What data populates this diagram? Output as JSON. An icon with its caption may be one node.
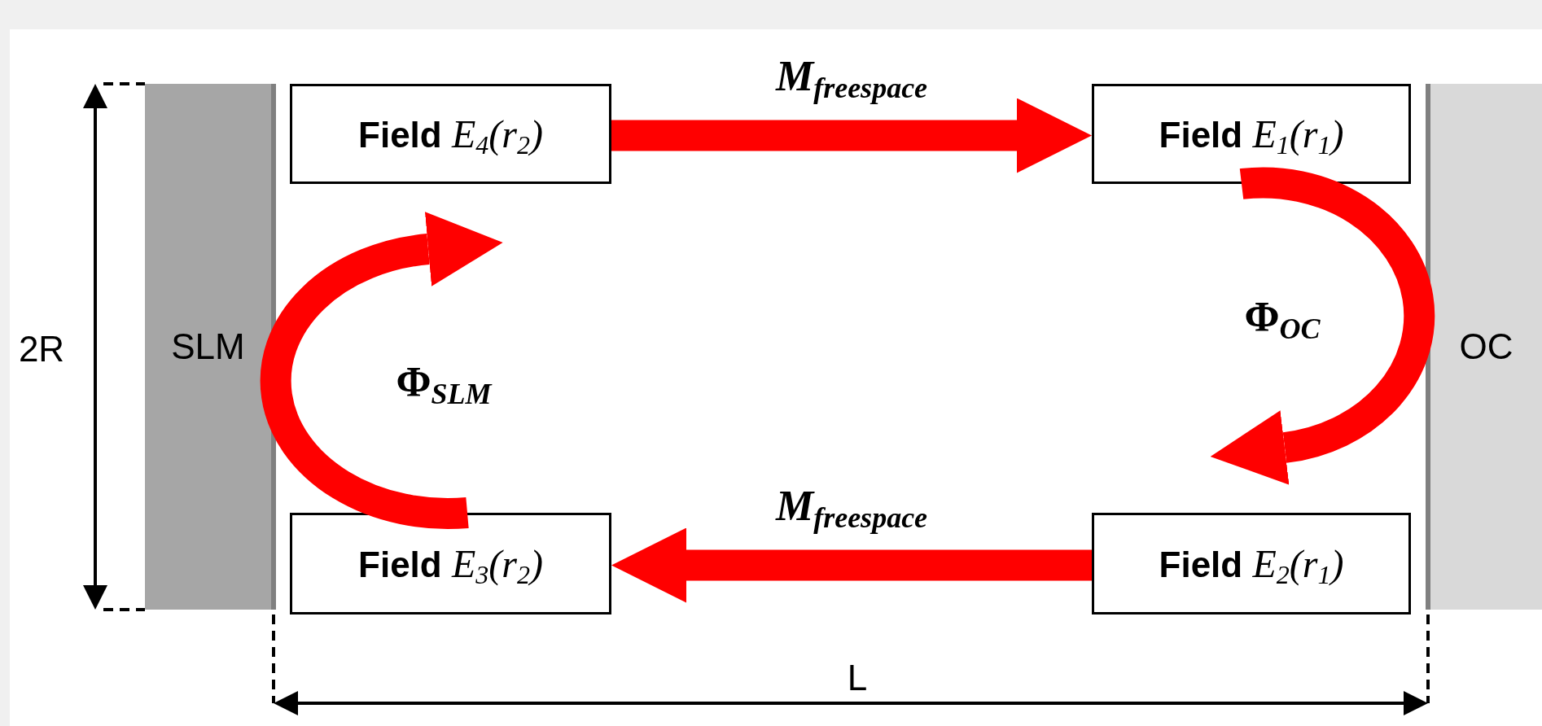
{
  "diagram": {
    "nodes": [
      {
        "text": [
          "SLM"
        ]
      },
      {
        "text": [
          "**Field** *E*$_{4}$*(r*$_{2}$*)*"
        ]
      },
      {
        "text": [
          "**Field** *E*$_{1}$*(r*$_{1}$*)*"
        ]
      },
      {
        "text": [
          "OC"
        ]
      },
      {
        "text": [
          "**Field** *E*$_{3}$*(r*$_{2}$*)*"
        ]
      },
      {
        "text": [
          "**Field** *E*$_{2}$*(r*$_{1}$*)*"
        ]
      }
    ],
    "edges": [
      {
        "from": 1,
        "to": 2,
        "arrow": "to",
        "label": "*M*$_{freespace}$"
      },
      {
        "from": 2,
        "to": 5,
        "arrow": "to",
        "label": "Φ$_{OC}$"
      },
      {
        "from": 5,
        "to": 4,
        "arrow": "to",
        "label": "*M*$_{freespace}$"
      },
      {
        "from": 4,
        "to": 1,
        "arrow": "to",
        "label": "Φ$_{SLM}$"
      }
    ],
    "labels": [
      "2R",
      "L"
    ]
  }
}
